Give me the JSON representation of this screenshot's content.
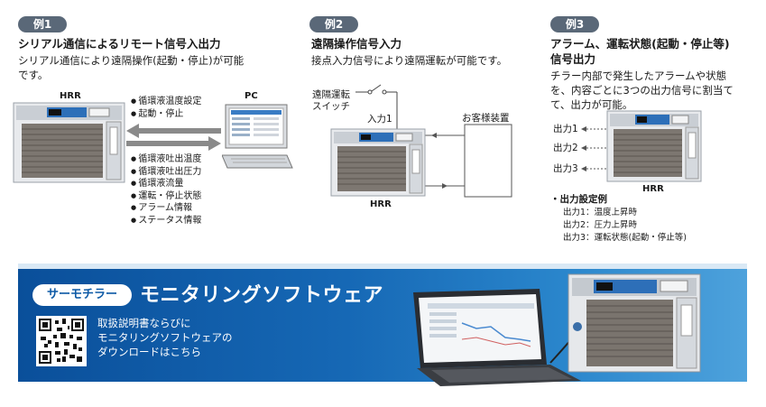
{
  "example1": {
    "badge": "例1",
    "title": "シリアル通信によるリモート信号入出力",
    "desc_line1": "シリアル通信により遠隔操作(起動・停止)が可能",
    "desc_line2": "です。",
    "hrr_label": "HRR",
    "pc_label": "PC",
    "inputs": [
      "循環液温度設定",
      "起動・停止"
    ],
    "outputs": [
      "循環液吐出温度",
      "循環液吐出圧力",
      "循環液流量",
      "運転・停止状態",
      "アラーム情報",
      "ステータス情報"
    ]
  },
  "example2": {
    "badge": "例2",
    "title": "遠隔操作信号入力",
    "desc": "接点入力信号により遠隔運転が可能です。",
    "switch_line1": "遠隔運転",
    "switch_line2": "スイッチ",
    "input_label": "入力1",
    "device_label": "お客様装置",
    "hrr_label": "HRR"
  },
  "example3": {
    "badge": "例3",
    "title_line1": "アラーム、運転状態(起動・停止等)",
    "title_line2": "信号出力",
    "desc_line1": "チラー内部で発生したアラームや状態",
    "desc_line2": "を、内容ごとに3つの出力信号に割当て",
    "desc_line3": "て、出力が可能。",
    "outputs": [
      "出力1",
      "出力2",
      "出力3"
    ],
    "hrr_label": "HRR",
    "settings_title": "・出力設定例",
    "settings": [
      "出力1：温度上昇時",
      "出力2：圧力上昇時",
      "出力3：運転状態(起動・停止等)"
    ]
  },
  "banner": {
    "brand": "サーモチラー",
    "title": "モニタリングソフトウェア",
    "download_line1": "取扱説明書ならびに",
    "download_line2": "モニタリングソフトウェアの",
    "download_line3": "ダウンロードはこちら"
  },
  "colors": {
    "badge": "#5a6878",
    "banner_start": "#0a4f9a",
    "banner_end": "#4ea2dc",
    "brand_text": "#0d5aa6"
  }
}
